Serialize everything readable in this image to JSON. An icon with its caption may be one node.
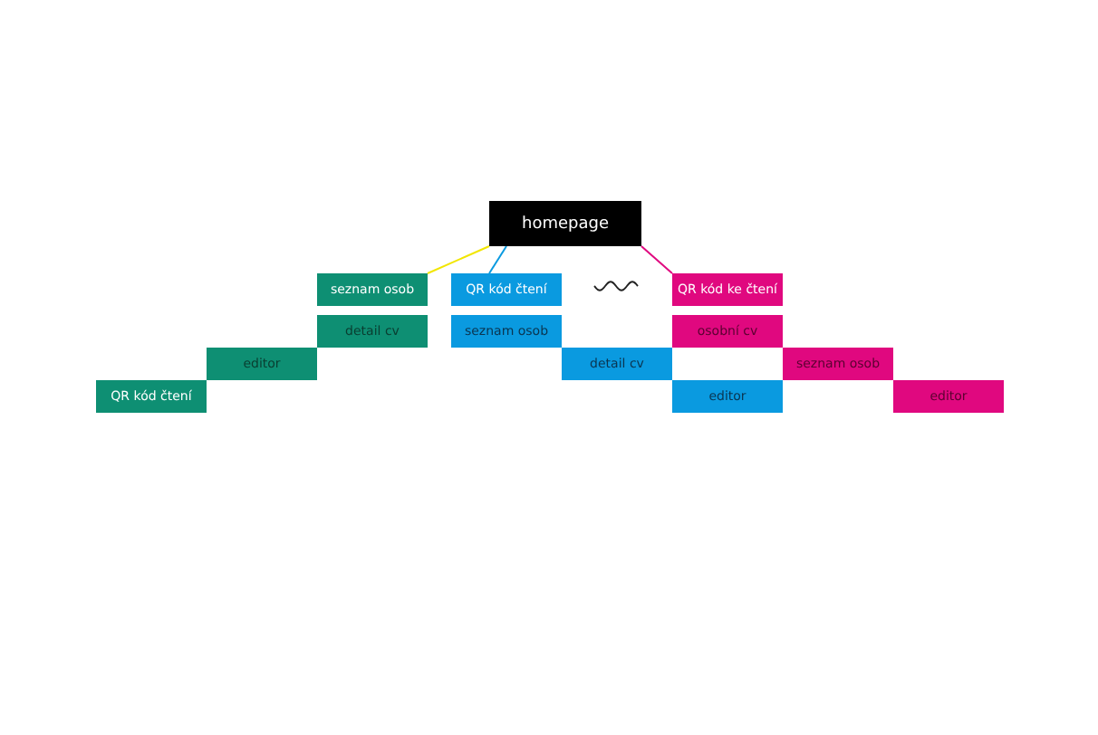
{
  "diagram": {
    "nodes": [
      {
        "text": [
          "homepage"
        ]
      },
      {
        "text": [
          "seznam osob"
        ]
      },
      {
        "text": [
          "detail cv"
        ]
      },
      {
        "text": [
          "editor"
        ]
      },
      {
        "text": [
          "QR kód čtení"
        ]
      },
      {
        "text": [
          "QR kód čtení"
        ]
      },
      {
        "text": [
          "seznam osob"
        ]
      },
      {
        "text": [
          "detail cv"
        ]
      },
      {
        "text": [
          "editor"
        ]
      },
      {
        "text": [
          "QR kód ke čtení"
        ]
      },
      {
        "text": [
          "osobní cv"
        ]
      },
      {
        "text": [
          "seznam osob"
        ]
      },
      {
        "text": [
          "editor"
        ]
      }
    ],
    "edges": [
      {
        "from": 0,
        "to": 1,
        "arrow": "none",
        "color": "#f2e600"
      },
      {
        "from": 0,
        "to": 5,
        "arrow": "none",
        "color": "#0a9ae0"
      },
      {
        "from": 0,
        "to": 9,
        "arrow": "none",
        "color": "#e0087f"
      }
    ]
  }
}
